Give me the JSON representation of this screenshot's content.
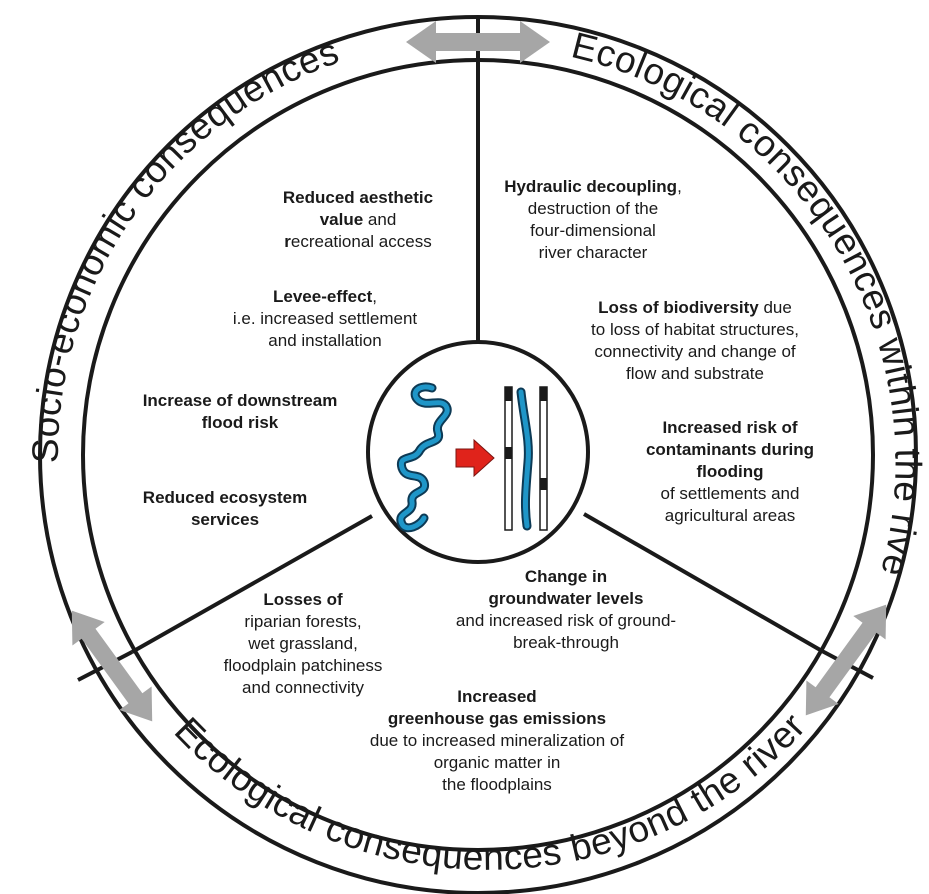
{
  "ring_titles": {
    "socio": "Socio-economic consequences",
    "within": "Ecological consequences within the river",
    "beyond": "Ecological consequences beyond the river"
  },
  "socio_items": {
    "aesthetic": {
      "l1_bold": "Reduced aesthetic",
      "l2_bold": "value",
      "l2_rest": " and",
      "l3_bold": "r",
      "l3_rest": "ecreational access"
    },
    "levee": {
      "l1_bold": "Levee-effect",
      "l1_rest": ",",
      "l2": "i.e. increased settlement",
      "l3": "and installation"
    },
    "flood": {
      "l1_bold": "Increase of downstream",
      "l2_bold": "flood risk"
    },
    "ecosystem": {
      "l1_bold": "Reduced ecosystem",
      "l2_bold": "services"
    }
  },
  "within_items": {
    "hydraulic": {
      "l1_bold": "Hydraulic decoupling",
      "l1_rest": ",",
      "l2": "destruction of the",
      "l3": "four-dimensional",
      "l4": "river character"
    },
    "biodiversity": {
      "l1_bold": "Loss of biodiversity",
      "l1_rest": " due",
      "l2": "to loss of habitat structures,",
      "l3": "connectivity and change of",
      "l4": "flow and substrate"
    },
    "contaminants": {
      "l1_bold": "Increased risk of",
      "l2_bold": "contaminants during",
      "l3_bold": "flooding",
      "l4": "of settlements and",
      "l5": "agricultural areas"
    }
  },
  "beyond_items": {
    "groundwater": {
      "l1_bold": "Change in",
      "l2_bold": "groundwater levels",
      "l3": "and increased risk of ground-",
      "l4": "break-through"
    },
    "riparian": {
      "l1_bold": "Losses of",
      "l2": "riparian forests,",
      "l3": "wet grassland,",
      "l4": "floodplain patchiness",
      "l5": "and connectivity"
    },
    "greenhouse": {
      "l1_bold": "Increased",
      "l2_bold": "greenhouse gas emissions",
      "l3": "due to increased mineralization of",
      "l4": "organic matter in",
      "l5": "the floodplains"
    }
  },
  "colors": {
    "river": "#1f96c8",
    "river_dark": "#0d3a55",
    "arrow_red": "#e0231b",
    "double_arrow": "#a6a6a6",
    "line": "#1a1a1a"
  },
  "icons": [
    "meandering-river-icon",
    "transformation-arrow-icon",
    "channelized-river-icon",
    "double-arrow-icon"
  ]
}
